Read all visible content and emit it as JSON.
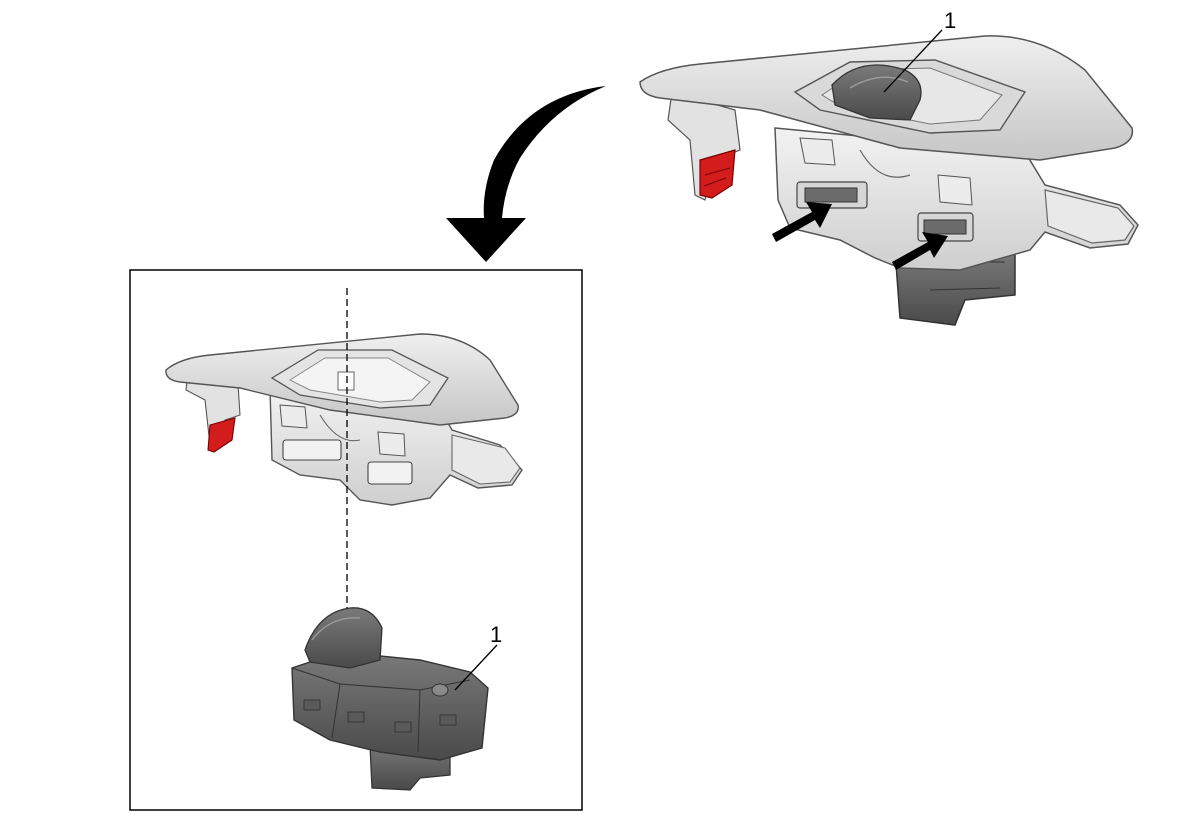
{
  "callouts": {
    "top_label": "1",
    "inset_label": "1"
  },
  "colors": {
    "trim_light": "#e6e6e6",
    "trim_mid": "#c9c9c9",
    "trim_shadow": "#a9a9a9",
    "switch_dark": "#6a6a6a",
    "switch_darker": "#4f4f4f",
    "clip_red": "#d31c1c",
    "arrow": "#000000",
    "frame": "#000000"
  },
  "icons": {
    "removal_arrow": "curved-down-arrow",
    "press_arrows": "straight-arrow"
  }
}
